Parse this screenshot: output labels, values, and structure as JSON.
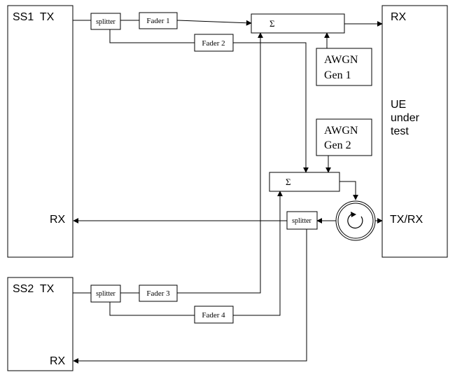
{
  "ss1": {
    "tx_label": "SS1  TX",
    "rx_label": "RX"
  },
  "ss2": {
    "tx_label": "SS2  TX",
    "rx_label": "RX"
  },
  "ue": {
    "rx_label": "RX",
    "name_line1": "UE",
    "name_line2": "under",
    "name_line3": "test",
    "txrx_label": "TX/RX"
  },
  "splitters": {
    "s1": "splitter",
    "s2": "splitter",
    "s3": "splitter"
  },
  "faders": {
    "f1": "Fader 1",
    "f2": "Fader 2",
    "f3": "Fader 3",
    "f4": "Fader 4"
  },
  "summers": {
    "sum1": "Σ",
    "sum2": "Σ"
  },
  "awgn1": {
    "line1": "AWGN",
    "line2": "Gen 1"
  },
  "awgn2": {
    "line1": "AWGN",
    "line2": "Gen 2"
  },
  "colors": {
    "stroke": "#000000",
    "background": "#ffffff"
  }
}
